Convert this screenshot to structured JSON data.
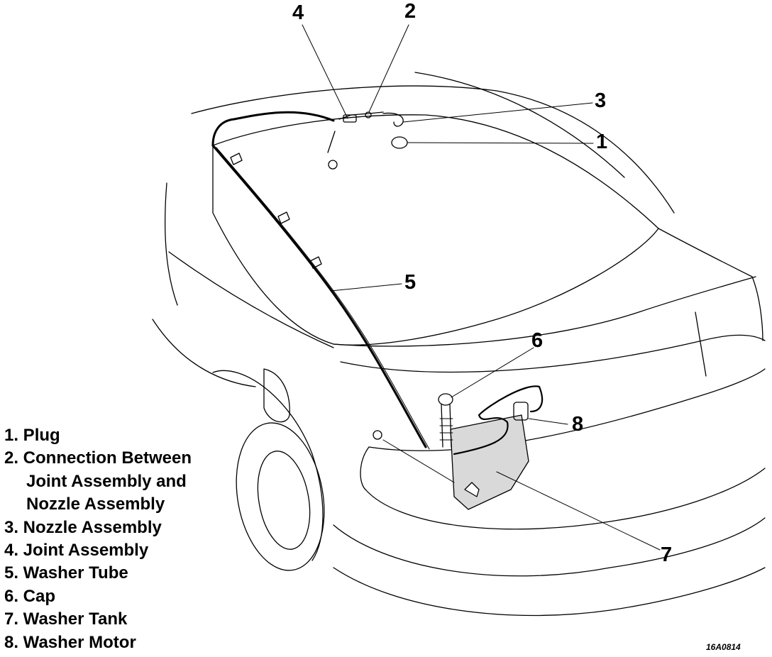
{
  "callouts": {
    "n1": "1",
    "n2": "2",
    "n3": "3",
    "n4": "4",
    "n5": "5",
    "n6": "6",
    "n7": "7",
    "n8": "8"
  },
  "legend": {
    "item1": "1. Plug",
    "item2a": "2. Connection Between",
    "item2b": "Joint Assembly and",
    "item2c": "Nozzle Assembly",
    "item3": "3. Nozzle Assembly",
    "item4": "4. Joint Assembly",
    "item5": "5. Washer Tube",
    "item6": "6. Cap",
    "item7": "7. Washer Tank",
    "item8": "8. Washer Motor"
  },
  "figure_code": "16A0814",
  "colors": {
    "ink": "#000000",
    "paper": "#ffffff",
    "tank_fill": "#d9d9d9"
  }
}
